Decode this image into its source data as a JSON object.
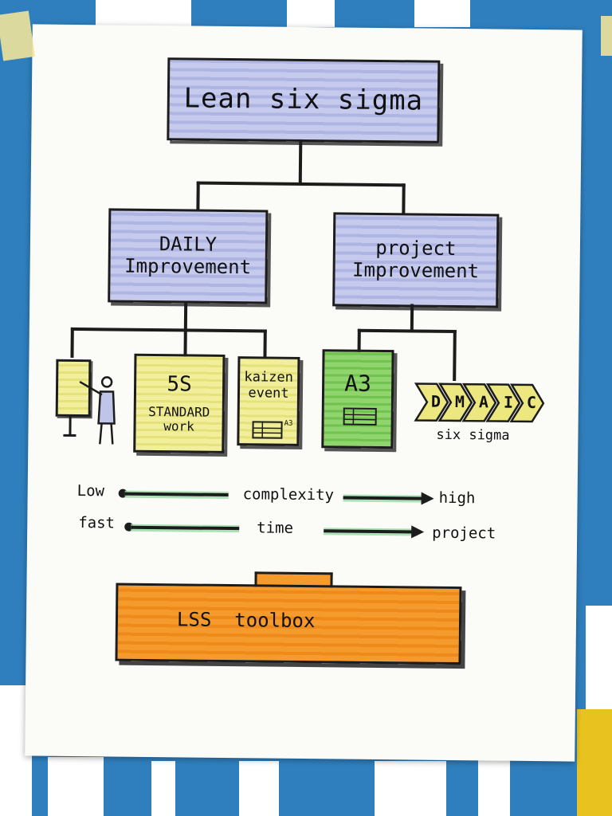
{
  "diagram": {
    "title": "Lean six sigma",
    "branches": {
      "daily": {
        "line1": "DAILY",
        "line2": "Improvement"
      },
      "project": {
        "line1": "project",
        "line2": "Improvement"
      }
    },
    "daily_items": {
      "five_s": {
        "top": "5S",
        "line1": "STANDARD",
        "line2": "work"
      },
      "kaizen": {
        "line1": "kaizen",
        "line2": "event",
        "note": "A3"
      }
    },
    "project_items": {
      "a3": {
        "label": "A3"
      },
      "dmaic": {
        "letters": [
          "D",
          "M",
          "A",
          "I",
          "C"
        ],
        "caption": "six sigma"
      }
    },
    "scales": [
      {
        "left": "Low",
        "middle": "complexity",
        "right": "high"
      },
      {
        "left": "fast",
        "middle": "time",
        "right": "project"
      }
    ],
    "toolbox": {
      "label": "LSS  toolbox"
    }
  },
  "colors": {
    "blue_box": "#aeb5e3",
    "yellow_box": "#e6e27b",
    "green_box": "#6fc34e",
    "orange_box": "#f59a2c",
    "scale_highlight": "#9fdcab",
    "ink": "#1c1c1c",
    "wall": "#2f7fbe"
  }
}
